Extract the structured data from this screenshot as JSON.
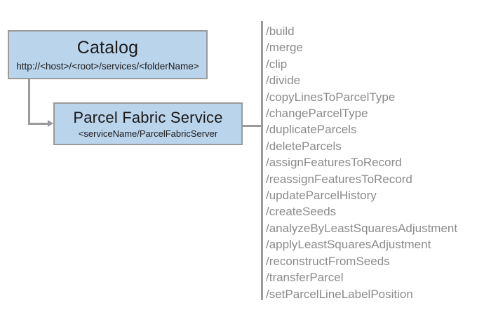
{
  "diagram": {
    "nodes": [
      {
        "id": "catalog",
        "title": "Catalog",
        "subtitle": "http://<host>/<root>/services/<folderName>"
      },
      {
        "id": "parcel-fabric-service",
        "title": "Parcel Fabric Service",
        "subtitle": "<serviceName/ParcelFabricServer"
      }
    ],
    "operations": [
      "/build",
      "/merge",
      "/clip",
      "/divide",
      "/copyLinesToParcelType",
      "/changeParcelType",
      "/duplicateParcels",
      "/deleteParcels",
      "/assignFeaturesToRecord",
      "/reassignFeaturesToRecord",
      "/updateParcelHistory",
      "/createSeeds",
      "/analyzeByLeastSquaresAdjustment",
      "/applyLeastSquaresAdjustment",
      "/reconstructFromSeeds",
      "/transferParcel",
      "/setParcelLineLabelPosition"
    ],
    "colors": {
      "node_fill": "#bad4ec",
      "node_border": "#9a9a9a",
      "connector": "#9a9a9a",
      "node_text": "#1a1a1a",
      "operation_text": "#8b8b8b",
      "background": "#ffffff"
    }
  }
}
